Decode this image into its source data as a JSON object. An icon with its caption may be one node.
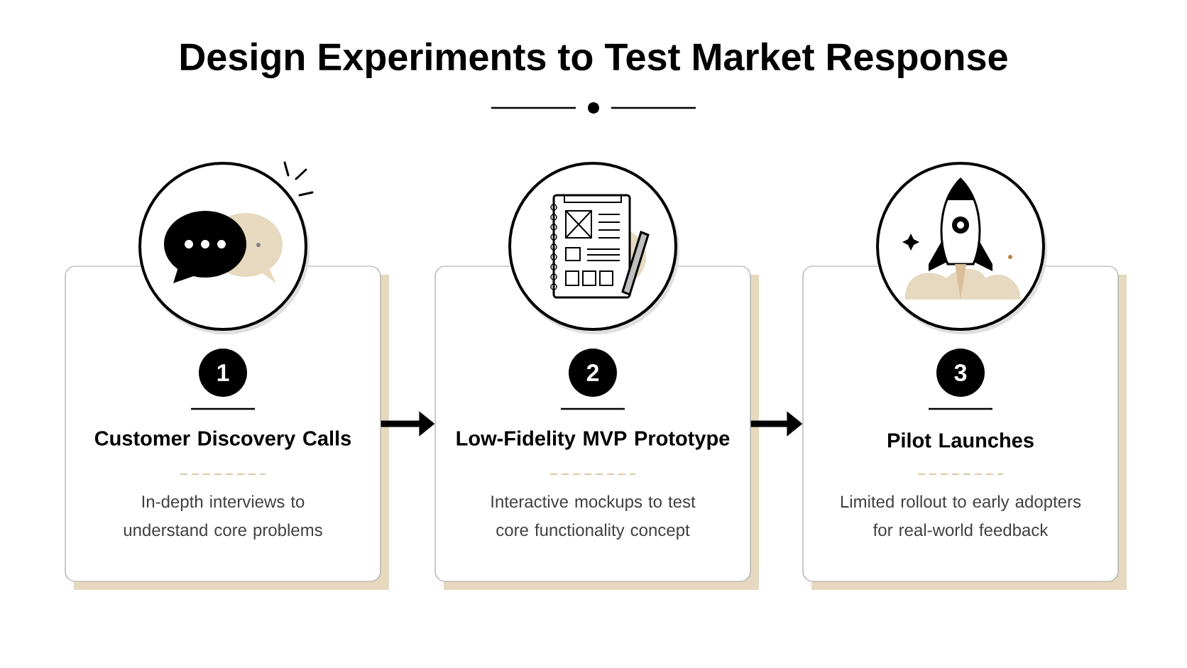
{
  "diagram": {
    "title": "Design Experiments to Test Market Response",
    "nodes": [
      {
        "text": [
          "1",
          "Customer Discovery Calls",
          "In-depth interviews to understand core problems"
        ]
      },
      {
        "text": [
          "2",
          "Low-Fidelity MVP Prototype",
          "Interactive mockups to test core functionality concept"
        ]
      },
      {
        "text": [
          "3",
          "Pilot Launches",
          "Limited rollout to early adopters for real-world feedback"
        ]
      }
    ],
    "edges": [
      {
        "from": 0,
        "to": 1,
        "arrow": "to"
      },
      {
        "from": 1,
        "to": 2,
        "arrow": "to"
      }
    ]
  }
}
